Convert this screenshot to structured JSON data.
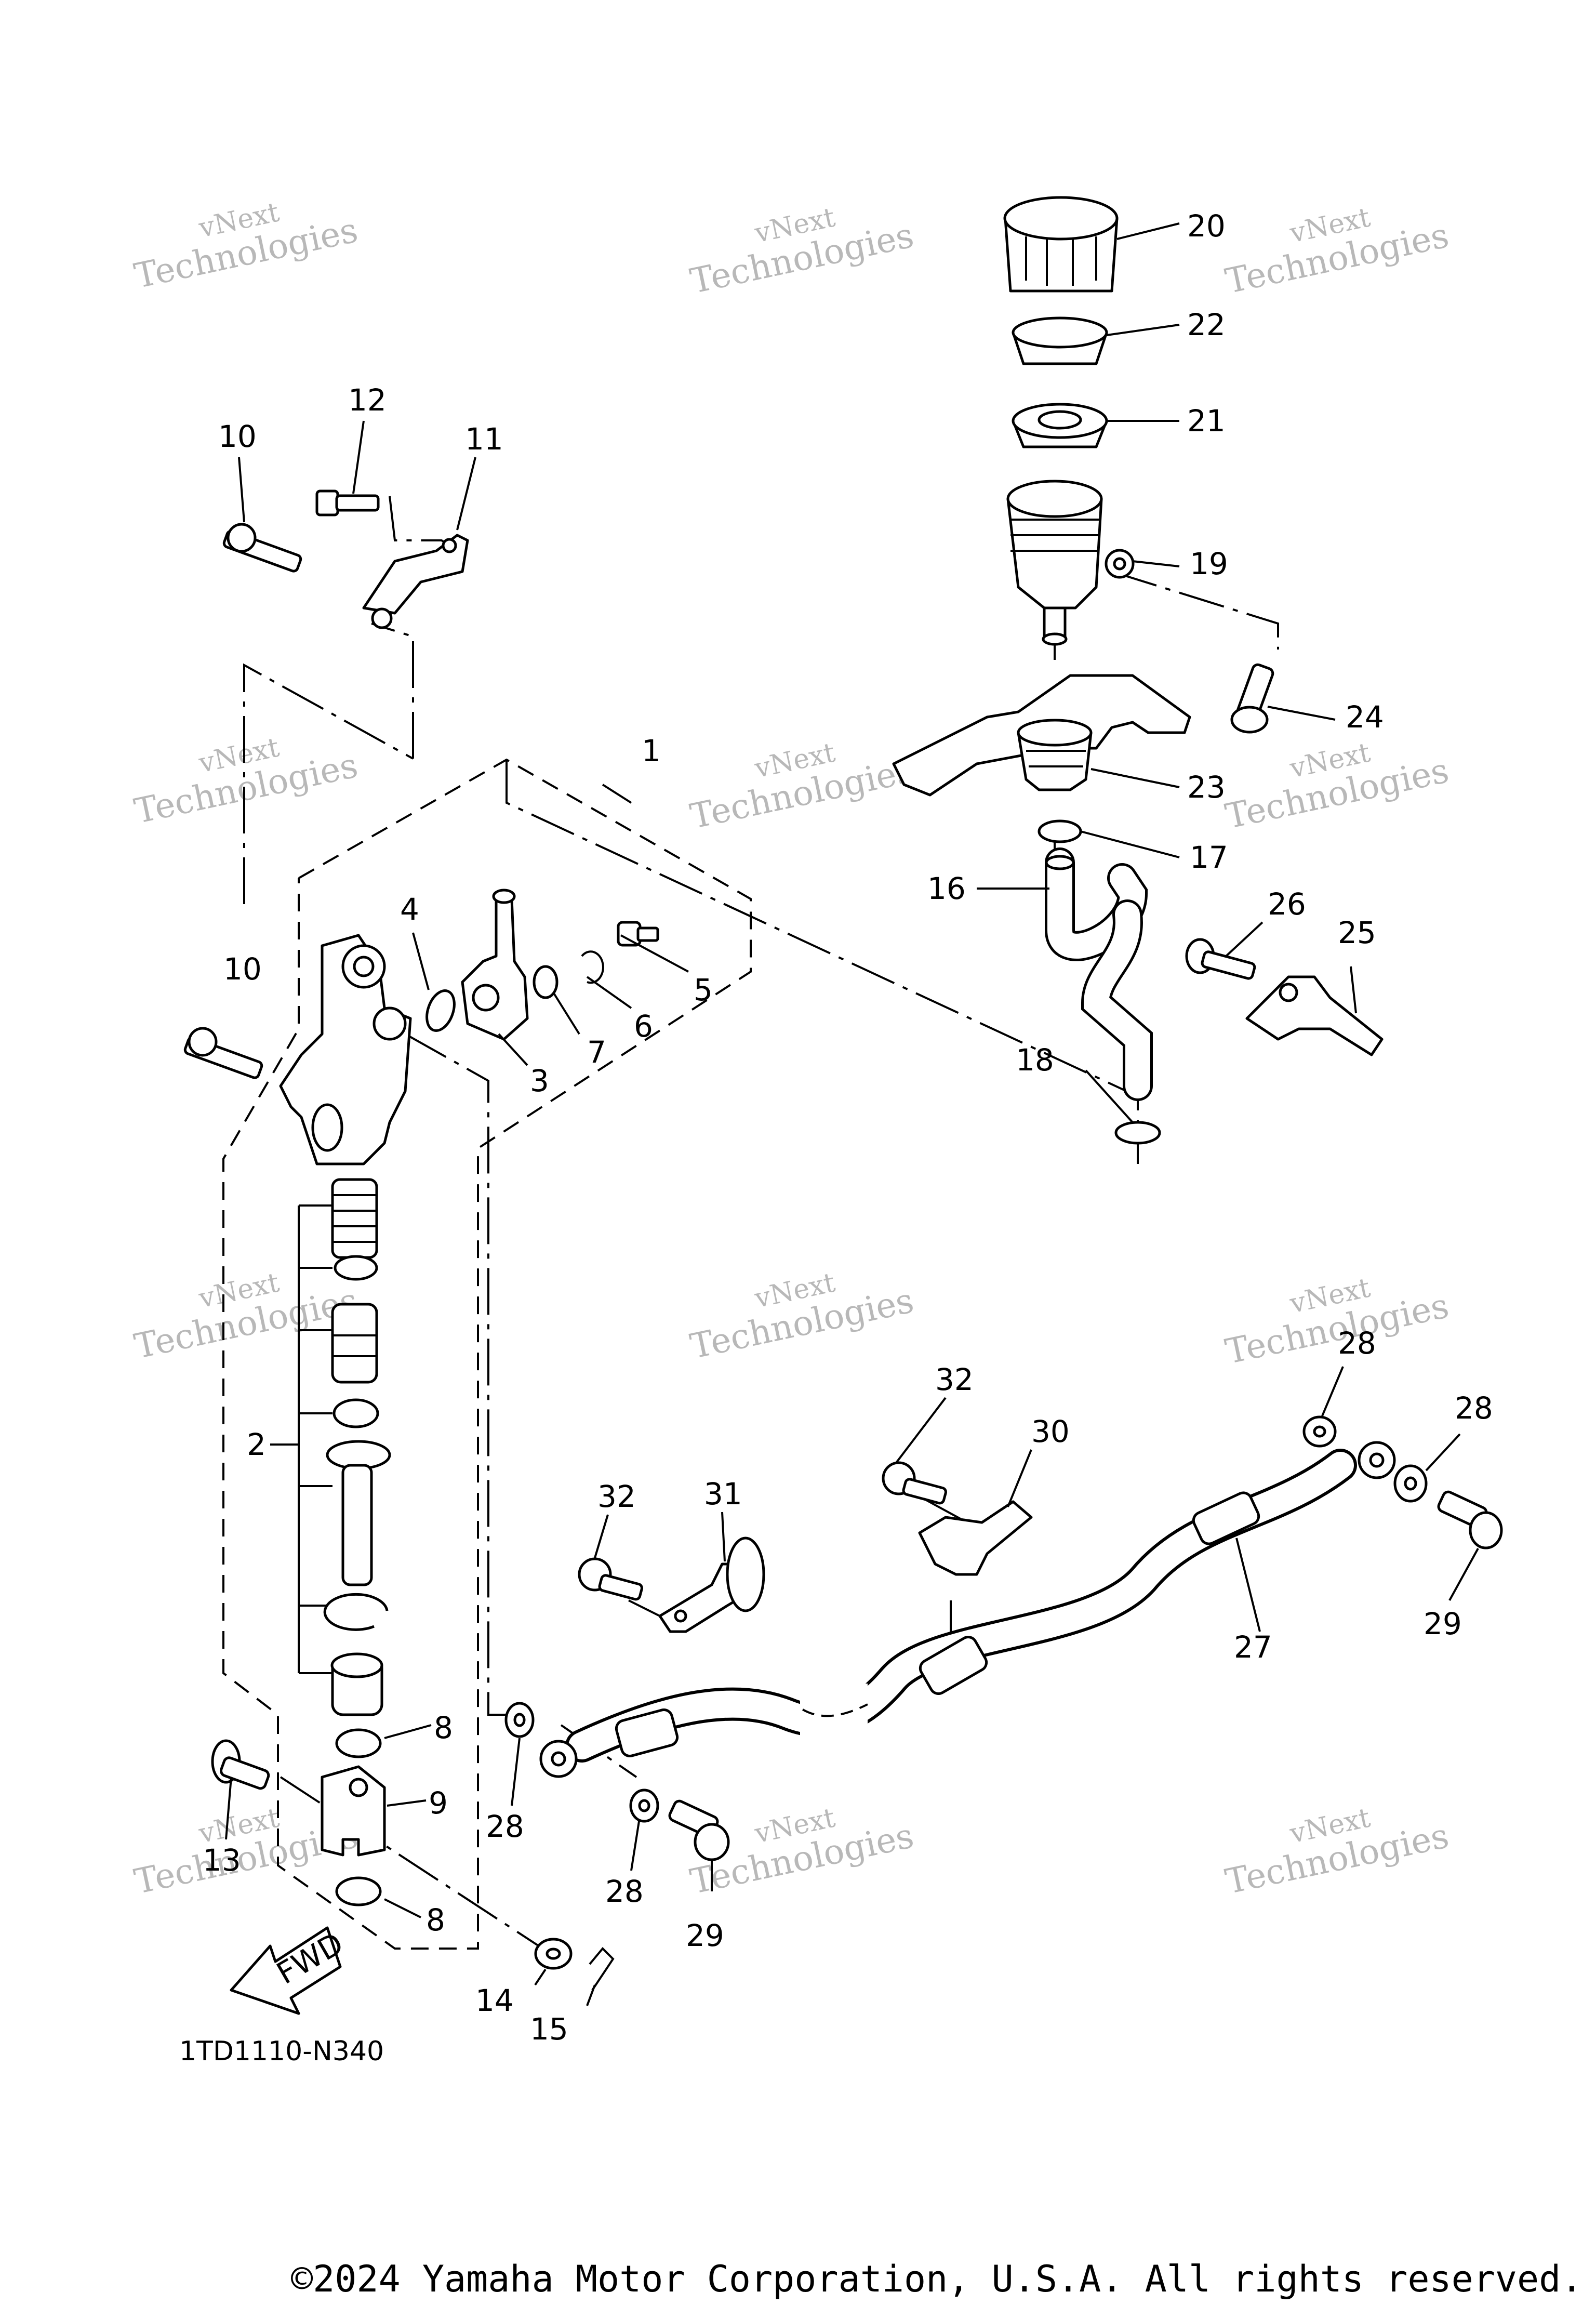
{
  "diagram": {
    "part_code": "1TD1110-N340",
    "fwd_label": "FWD",
    "copyright": "©2024 Yamaha Motor Corporation, U.S.A. All rights reserved.",
    "watermark": {
      "line1": "vNext",
      "line2": "Technologies"
    },
    "callouts": [
      "1",
      "2",
      "3",
      "4",
      "5",
      "6",
      "7",
      "8",
      "8",
      "9",
      "10",
      "10",
      "11",
      "12",
      "13",
      "14",
      "15",
      "16",
      "17",
      "18",
      "19",
      "20",
      "21",
      "22",
      "23",
      "24",
      "25",
      "26",
      "27",
      "28",
      "28",
      "28",
      "28",
      "29",
      "29",
      "30",
      "31",
      "32",
      "32"
    ]
  }
}
